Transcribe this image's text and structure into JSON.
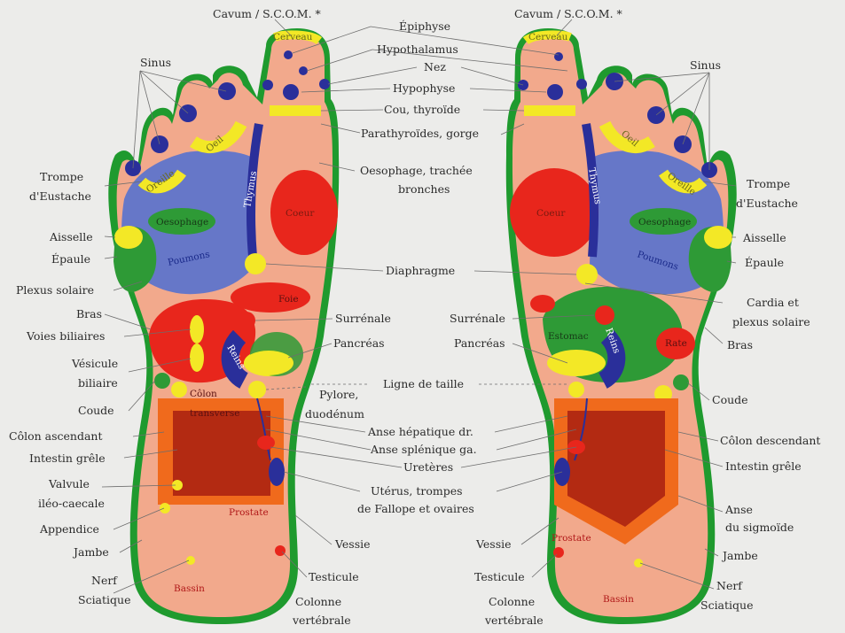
{
  "labels": {
    "cavum_left": "Cavum / S.C.O.M. *",
    "cavum_right": "Cavum / S.C.O.M. *",
    "epiphyse": "Épiphyse",
    "hypothalamus": "Hypothalamus",
    "nez": "Nez",
    "hypophyse": "Hypophyse",
    "cou_thyroide": "Cou, thyroïde",
    "parathyroides": "Parathyroïdes, gorge",
    "oesophage_1": "Oesophage, trachée",
    "oesophage_2": "bronches",
    "diaphragme": "Diaphragme",
    "surrenale_left": "Surrénale",
    "surrenale_right": "Surrénale",
    "pancreas_left": "Pancréas",
    "pancreas_right": "Pancréas",
    "ligne_taille": "Ligne de taille",
    "pylore_1": "Pylore,",
    "pylore_2": "duodénum",
    "anse_hepatique": "Anse hépatique dr.",
    "anse_splenique": "Anse splénique ga.",
    "ureteres": "Uretères",
    "uterus_1": "Utérus, trompes",
    "uterus_2": "de Fallope et ovaires",
    "vessie_left": "Vessie",
    "vessie_right": "Vessie",
    "testicule_left": "Testicule",
    "testicule_right": "Testicule",
    "colonne_left_1": "Colonne",
    "colonne_left_2": "vertébrale",
    "colonne_right_1": "Colonne",
    "colonne_right_2": "vertébrale",
    "sinus_left": "Sinus",
    "sinus_right": "Sinus",
    "trompe_left_1": "Trompe",
    "trompe_left_2": "d'Eustache",
    "trompe_right_1": "Trompe",
    "trompe_right_2": "d'Eustache",
    "aisselle_left": "Aisselle",
    "aisselle_right": "Aisselle",
    "epaule_left": "Épaule",
    "epaule_right": "Épaule",
    "plexus_left": "Plexus solaire",
    "cardia_1": "Cardia et",
    "cardia_2": "plexus solaire",
    "bras_left": "Bras",
    "bras_right": "Bras",
    "voies_biliaires": "Voies biliaires",
    "vesicule_1": "Vésicule",
    "vesicule_2": "biliaire",
    "coude_left": "Coude",
    "coude_right": "Coude",
    "colon_ascendant": "Côlon ascendant",
    "colon_descendant": "Côlon descendant",
    "intestin_left": "Intestin grêle",
    "intestin_right": "Intestin grêle",
    "valvule_1": "Valvule",
    "valvule_2": "iléo-caecale",
    "appendice": "Appendice",
    "jambe_left": "Jambe",
    "jambe_right": "Jambe",
    "nerf_left_1": "Nerf",
    "nerf_left_2": "Sciatique",
    "nerf_right_1": "Nerf",
    "nerf_right_2": "Sciatique",
    "anse_sigmoide_1": "Anse",
    "anse_sigmoide_2": "du sigmoïde"
  },
  "zones": {
    "coeur_left": "Coeur",
    "coeur_right": "Coeur",
    "poumons_left": "Poumons",
    "poumons_right": "Poumons",
    "oesophage_left": "Oesophage",
    "oesophage_right": "Oesophage",
    "thymus_left": "Thymus",
    "thymus_right": "Thymus",
    "oeil_left": "Oeil",
    "oeil_right": "Oeil",
    "oreille_left": "Oreille",
    "oreille_right": "Oreille",
    "foie": "Foie",
    "rate": "Rate",
    "reins_left": "Reins",
    "reins_right": "Reins",
    "estomac": "Estomac",
    "colon": "Côlon",
    "transverse": "transverse",
    "prostate_left": "Prostate",
    "prostate_right": "Prostate",
    "bassin_left": "Bassin",
    "bassin_right": "Bassin",
    "cerveau_left": "Cerveau",
    "cerveau_right": "Cerveau"
  },
  "colors": {
    "skin": "#f2a98c",
    "rim": "#1f9a2e",
    "lung": "#6677c8",
    "heart": "#e8261c",
    "yellow": "#f3e826",
    "blue_dot": "#2a2f9a",
    "intestine": "#b32a12",
    "orange": "#f06a1c",
    "green_zone": "#2e9a36"
  }
}
